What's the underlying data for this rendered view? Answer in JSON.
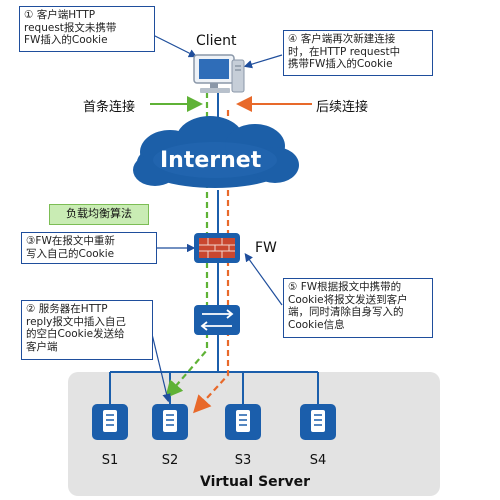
{
  "client_label": "Client",
  "fw_label": "FW",
  "internet_label": "Internet",
  "first_conn_label": "首条连接",
  "follow_conn_label": "后续连接",
  "lb_algorithm_label": "负载均衡算法",
  "virtual_server_label": "Virtual Server",
  "servers": [
    "S1",
    "S2",
    "S3",
    "S4"
  ],
  "steps": {
    "step1": "① 客户端HTTP\nrequest报文未携带\nFW插入的Cookie",
    "step2": "② 服务器在HTTP\nreply报文中插入自己\n的空白Cookie发送给\n客户端",
    "step3": "③FW在报文中重新\n写入自己的Cookie",
    "step4": "④ 客户端再次新建连接\n时，在HTTP request中\n携带FW插入的Cookie",
    "step5": "⑤ FW根据报文中携带的\nCookie将报文发送到客户\n端，同时清除自身写入的\nCookie信息"
  },
  "colors": {
    "callout_border": "#1f4e9c",
    "first_connection": "#5fb236",
    "follow_connection": "#e8692a",
    "cloud": "#1c5fa8",
    "device": "#1b5eab",
    "server_area": "#e3e3e3"
  }
}
